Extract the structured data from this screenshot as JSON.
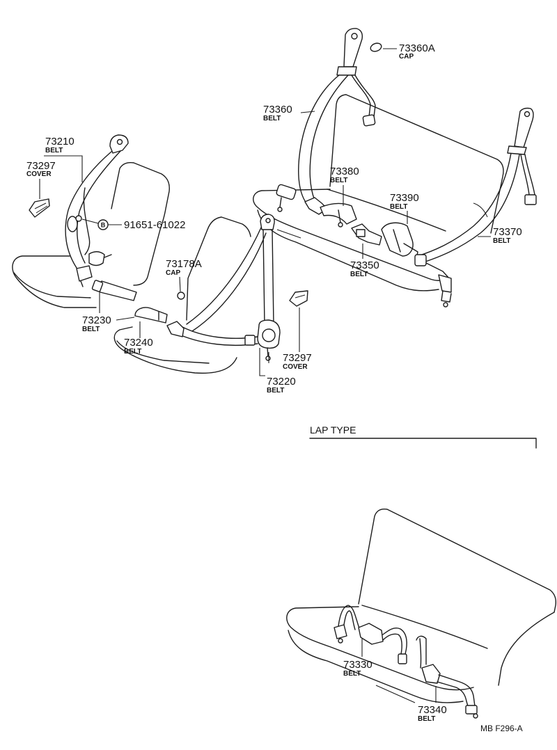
{
  "callouts": {
    "c73360a": {
      "part": "73360A",
      "desc": "CAP"
    },
    "c73360": {
      "part": "73360",
      "desc": "BELT"
    },
    "c73210": {
      "part": "73210",
      "desc": "BELT"
    },
    "c73297_left": {
      "part": "73297",
      "desc": "COVER"
    },
    "c73380": {
      "part": "73380",
      "desc": "BELT"
    },
    "c73390": {
      "part": "73390",
      "desc": "BELT"
    },
    "c91651": {
      "marker": "B",
      "part": "91651-61022"
    },
    "c73370": {
      "part": "73370",
      "desc": "BELT"
    },
    "c73178a": {
      "part": "73178A",
      "desc": "CAP"
    },
    "c73350": {
      "part": "73350",
      "desc": "BELT"
    },
    "c73230": {
      "part": "73230",
      "desc": "BELT"
    },
    "c73240": {
      "part": "73240",
      "desc": "BELT"
    },
    "c73297_right": {
      "part": "73297",
      "desc": "COVER"
    },
    "c73220": {
      "part": "73220",
      "desc": "BELT"
    },
    "c73330": {
      "part": "73330",
      "desc": "BELT"
    },
    "c73340": {
      "part": "73340",
      "desc": "BELT"
    }
  },
  "section_label": "LAP TYPE",
  "drawing_code": "MB F296-A"
}
